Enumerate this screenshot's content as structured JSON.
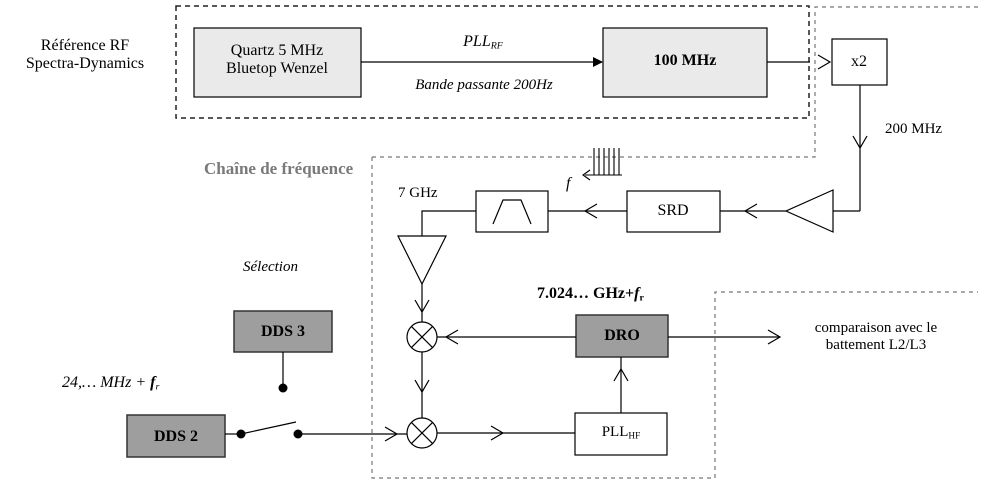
{
  "colors": {
    "box_fill": "#eaeaea",
    "dds_fill": "#9e9e9e",
    "dds_border": "#333333",
    "line": "#000000",
    "dashed": "#6e6e6e",
    "section_label": "#7a7a7a"
  },
  "reference": {
    "label_line1": "Référence RF",
    "label_line2": "Spectra-Dynamics"
  },
  "quartz": {
    "line1": "Quartz 5 MHz",
    "line2": "Bluetop Wenzel"
  },
  "pll_rf": {
    "main": "PLL",
    "sub": "RF"
  },
  "bandwidth": "Bande passante 200Hz",
  "osc_100": "100 MHz",
  "multiplier": "x2",
  "freq_200": "200 MHz",
  "chain_label": "Chaîne de fréquence",
  "comb_label": "f",
  "freq_7ghz": "7 GHz",
  "srd": "SRD",
  "selection": "Sélection",
  "dds3": "DDS 3",
  "dds2": "DDS 2",
  "dds_freq": {
    "text": "24,… MHz + ",
    "f": "f",
    "sub": "r"
  },
  "dro_freq": {
    "text": "7.024… GHz+",
    "f": "f",
    "sub": "r"
  },
  "dro": "DRO",
  "pll_hf": {
    "main": "PLL",
    "sub": "HF"
  },
  "comparison": {
    "line1": "comparaison avec le",
    "line2": "battement L2/L3"
  },
  "icons": {
    "mixer": "mixer-icon",
    "amplifier": "amplifier-icon",
    "bandpass_filter": "bandpass-filter-icon",
    "switch": "switch-icon"
  }
}
